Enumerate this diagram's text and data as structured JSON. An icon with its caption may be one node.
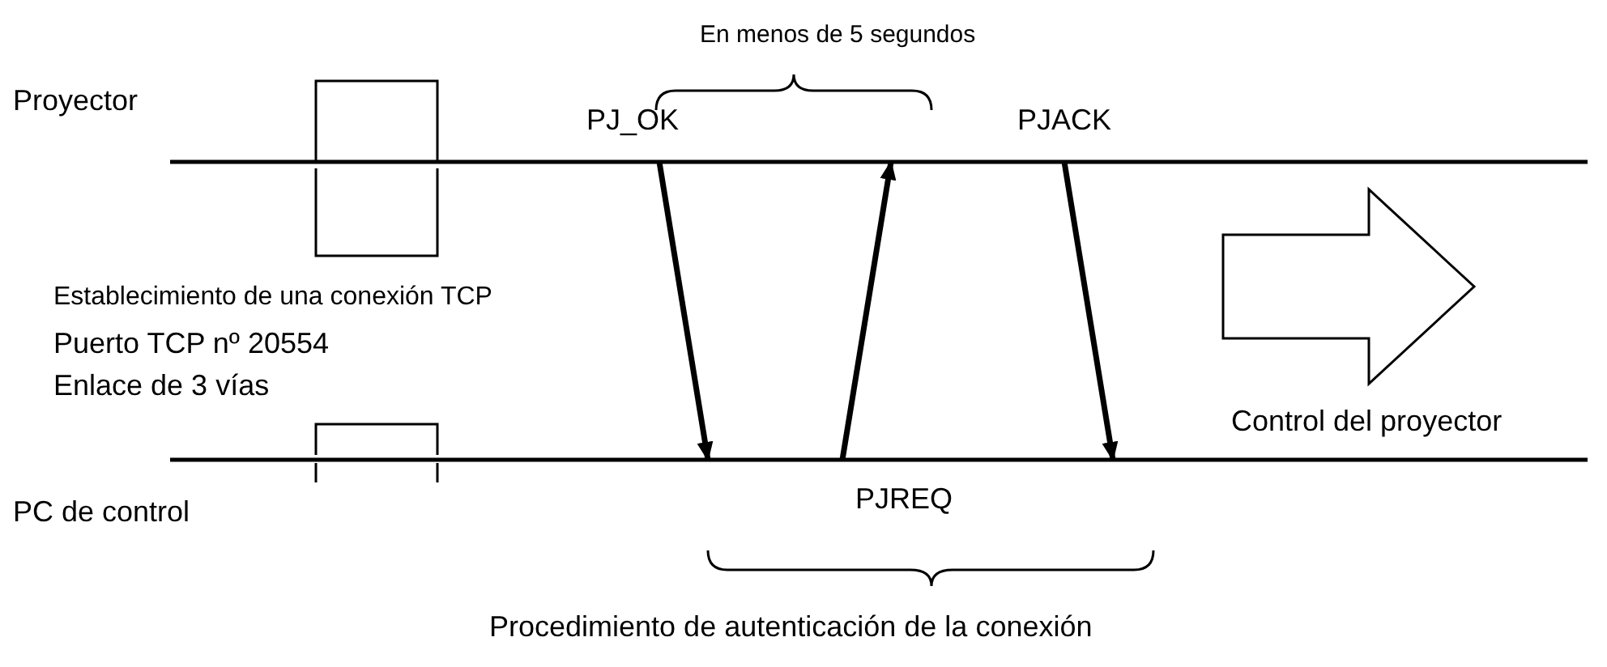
{
  "diagram": {
    "nodes": [
      {
        "text": [
          "Proyector"
        ]
      },
      {
        "text": [
          "PC de control"
        ]
      }
    ],
    "edges": [
      {
        "from": 0,
        "to": 1,
        "arrow": "to",
        "label": "PJ_OK"
      },
      {
        "from": 1,
        "to": 0,
        "arrow": "to",
        "label": "PJREQ"
      },
      {
        "from": 0,
        "to": 1,
        "arrow": "to",
        "label": "PJACK"
      }
    ],
    "labels": [
      "En menos de 5 segundos",
      "Establecimiento de una conexión TCP",
      "Puerto TCP nº 20554",
      "Enlace de 3 vías",
      "Control del proyector",
      "Procedimiento de autenticación de la conexión"
    ]
  }
}
